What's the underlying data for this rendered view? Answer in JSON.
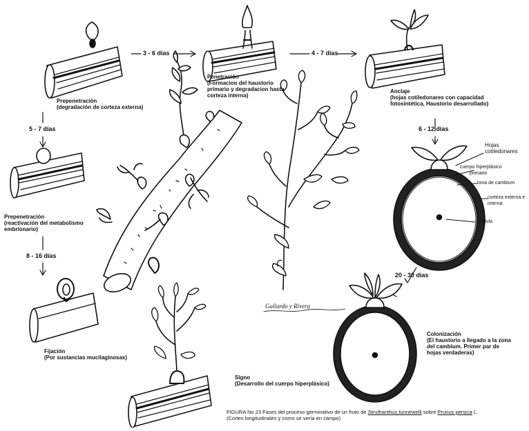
{
  "stages": {
    "prepenetracion_1": {
      "title": "Prepenetración",
      "desc": "(degradación de corteza externa)"
    },
    "penetracion": {
      "title": "Penetración",
      "desc": [
        "(Formacion del haustorio",
        "primario y degradacion hasta",
        "corteza interna)"
      ]
    },
    "anclaje": {
      "title": "Anclaje",
      "desc": [
        "(hojas cotiledonares con capacidad",
        "fotosintética, Haustorio desarrollado)"
      ]
    },
    "prepenetracion_2": {
      "title": "Prepenetración",
      "desc": [
        "(reactivación del metabolismo",
        "embrionario)"
      ]
    },
    "fijacion": {
      "title": "Fijación",
      "desc": "(Por sustancias mucilaginosas)"
    },
    "signo": {
      "title": "Signo",
      "desc": "(Desarrollo del cuerpo hiperplásico)"
    },
    "colonizacion": {
      "title": "Colonización",
      "desc": [
        "(El haustorio a llegado a la zona",
        "del cambium. Primer par de",
        "hojas verdaderas)"
      ]
    }
  },
  "durations": {
    "d1": "3 - 6 días",
    "d2": "4 - 7 días",
    "d3": "5 - 7 días",
    "d4": "8 - 16 días",
    "d5": "6 - 12 días",
    "d6": "20 - 30 días"
  },
  "cross_section_labels": {
    "hojas": [
      "Hojas",
      "cotiledonares"
    ],
    "cuerpo": [
      "cuerpo hiperplásico",
      "primario"
    ],
    "cambium": "zona de cambium",
    "corteza": [
      "corteza externa e",
      "interna"
    ],
    "medula": "médula"
  },
  "signature": "Gallardo y Rivera",
  "caption": {
    "prefix": "FIGURA No 23 Fases del proceso germinativo de un fruto de",
    "species": "Struthanthus tunnewelli",
    "mid": "sobre",
    "host": "Prunus persica",
    "suffix": "L.",
    "line2": "(Cortes longitudinales y como se vería en campo)"
  }
}
